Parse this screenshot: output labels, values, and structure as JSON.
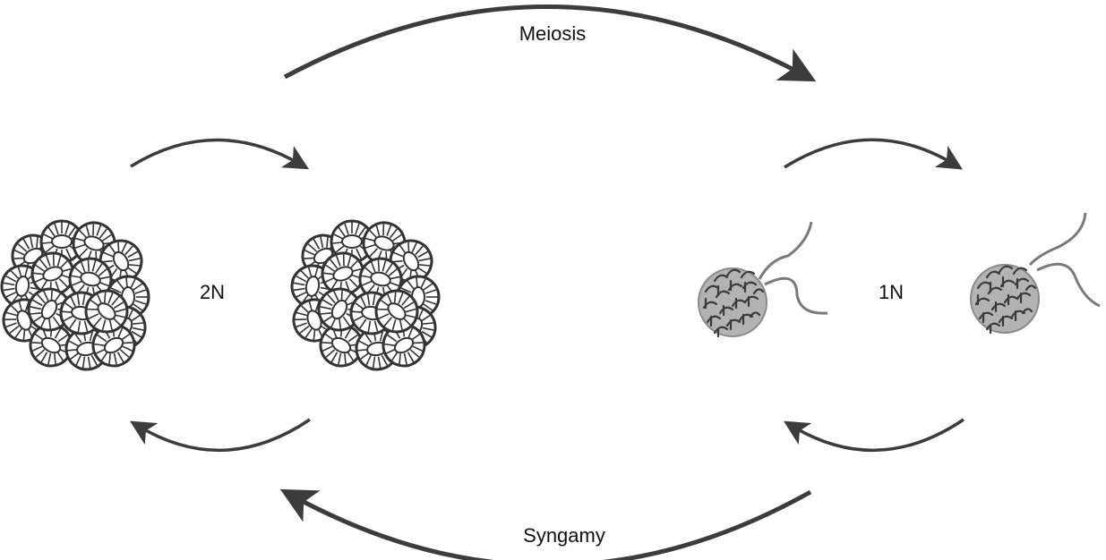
{
  "labels": {
    "top_arc": "Meiosis",
    "bottom_arc": "Syngamy",
    "left_ploidy": "2N",
    "right_ploidy": "1N"
  },
  "colors": {
    "arrow": "#3c3c3c",
    "diploid_outline": "#333333",
    "diploid_fill": "#ffffff",
    "haploid_fill": "#b3b3b3",
    "haploid_pattern": "#3a3a3a",
    "flagella": "#7a7a7a"
  },
  "icons": {
    "diploid_colony": "volvox-colony-icon",
    "haploid_gamete": "flagellated-gamete-icon"
  }
}
